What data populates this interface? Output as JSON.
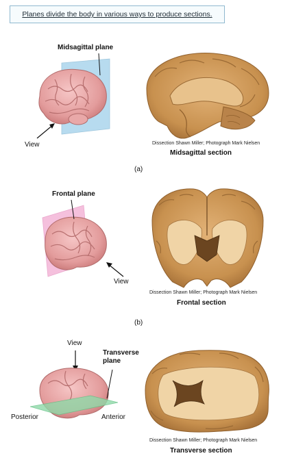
{
  "caption": "Planes divide the body in various ways to produce sections.",
  "panels": [
    {
      "letter": "(a)",
      "plane_label": "Midsagittal plane",
      "view_label": "View",
      "credit": "Dissection Shawn Miller; Photograph Mark Nielsen",
      "section_title": "Midsagittal section"
    },
    {
      "letter": "(b)",
      "plane_label": "Frontal plane",
      "view_label": "View",
      "credit": "Dissection Shawn Miller; Photograph Mark Nielsen",
      "section_title": "Frontal section"
    },
    {
      "plane_label_line1": "Transverse",
      "plane_label_line2": "plane",
      "view_label": "View",
      "posterior_label": "Posterior",
      "anterior_label": "Anterior",
      "credit": "Dissection Shawn Miller; Photograph Mark Nielsen",
      "section_title": "Transverse section"
    }
  ],
  "colors": {
    "caption_border": "#8fb8cf",
    "brain_pink": "#e8a3a3",
    "specimen_tan": "#c9955a",
    "plane_blue": "#9fd0ea",
    "plane_pink": "#f2a6cf",
    "plane_green": "#8fd9a8"
  }
}
